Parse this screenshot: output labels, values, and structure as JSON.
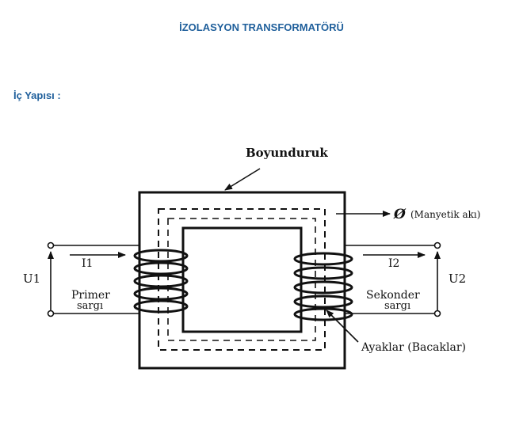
{
  "page": {
    "title": "İZOLASYON TRANSFORMATÖRÜ",
    "section": "İç Yapısı :"
  },
  "diagram": {
    "labels": {
      "yoke": "Boyunduruk",
      "flux_symbol": "Ø",
      "flux": "(Manyetik akı)",
      "u1": "U1",
      "u2": "U2",
      "i1": "I1",
      "i2": "I2",
      "primary_line1": "Primer",
      "primary_line2": "sargı",
      "secondary_line1": "Sekonder",
      "secondary_line2": "sargı",
      "legs": "Ayaklar (Bacaklar)"
    }
  }
}
